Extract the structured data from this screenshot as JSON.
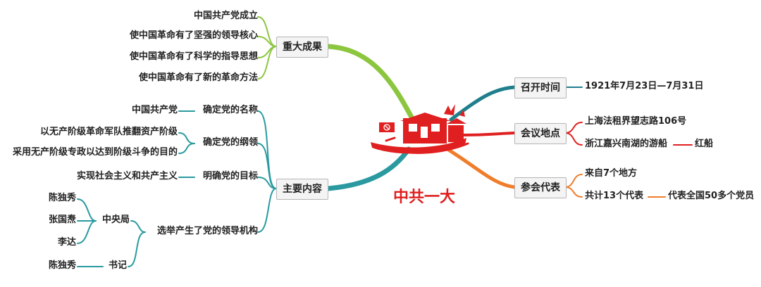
{
  "central": {
    "title": "中共一大",
    "icon": "red-boat-icon",
    "color": "#e02020"
  },
  "colors": {
    "green": "#8cc63f",
    "teal": "#2a9aa0",
    "darkteal": "#1f7f8c",
    "red": "#e02020",
    "orange": "#f07d2a",
    "node_bg": "#f4f4f4",
    "node_border": "#b5b5b5"
  },
  "branches": {
    "achievements": {
      "label": "重大成果",
      "items": [
        "中国共产党成立",
        "使中国革命有了坚强的领导核心",
        "使中国革命有了科学的指导思想",
        "使中国革命有了新的革命方法"
      ]
    },
    "content": {
      "label": "主要内容",
      "name": {
        "label": "确定党的名称",
        "detail": "中国共产党"
      },
      "program": {
        "label": "确定党的纲领",
        "details": [
          "以无产阶级革命军队推翻资产阶级",
          "采用无产阶级专政以达到阶级斗争的目的"
        ]
      },
      "goal": {
        "label": "明确党的目标",
        "detail": "实现社会主义和共产主义"
      },
      "election": {
        "label": "选举产生了党的领导机构",
        "bureau": {
          "label": "中央局",
          "members": [
            "陈独秀",
            "张国焘",
            "李达"
          ]
        },
        "secretary": {
          "label": "书记",
          "member": "陈独秀"
        }
      }
    },
    "time": {
      "label": "召开时间",
      "value": "1921年7月23日—7月31日"
    },
    "place": {
      "label": "会议地点",
      "items": [
        "上海法租界望志路106号",
        "浙江嘉兴南湖的游船"
      ],
      "boat": "红船"
    },
    "delegates": {
      "label": "参会代表",
      "items": [
        "来自7个地方",
        "共计13个代表"
      ],
      "note": "代表全国50多个党员"
    }
  }
}
